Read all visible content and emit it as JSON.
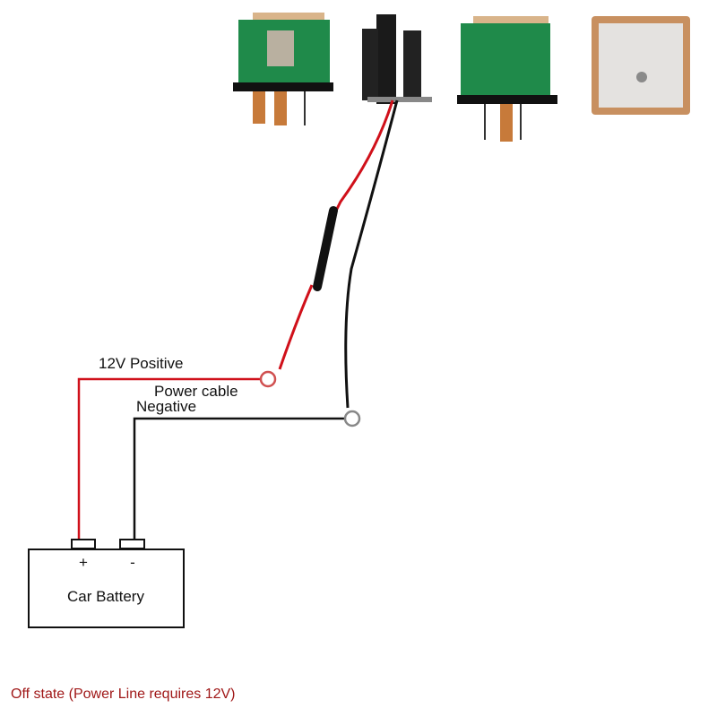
{
  "labels": {
    "positive": "12V Positive",
    "power_cable": "Power cable",
    "negative": "Negative",
    "battery": "Car Battery",
    "plus": "+",
    "minus": "-",
    "footer": "Off state (Power Line requires 12V)"
  },
  "colors": {
    "positive_wire": "#d0101a",
    "negative_wire": "#111111",
    "pcb_green": "#1f8a4a",
    "gps_patch": "#c89060",
    "footer_text": "#a01818"
  }
}
